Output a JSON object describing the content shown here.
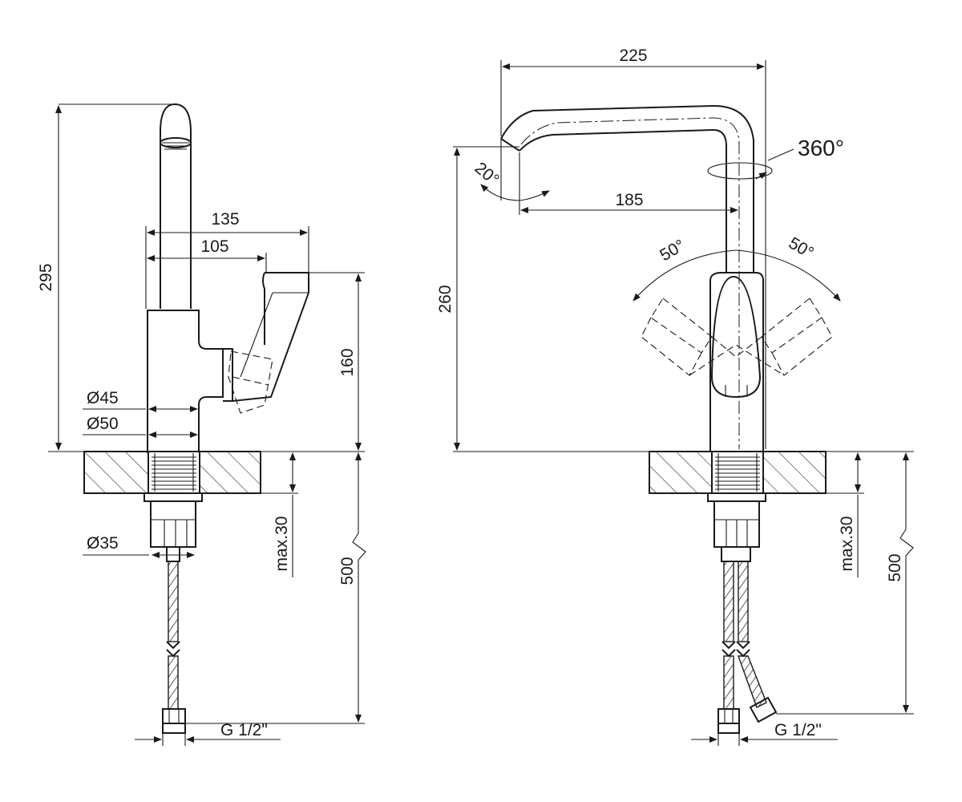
{
  "side_view": {
    "dim_height_total": "295",
    "dim_handle_reach": "135",
    "dim_handle_offset": "105",
    "dim_body_height": "160",
    "dim_diam_body_top": "Ø45",
    "dim_diam_body_base": "Ø50",
    "dim_diam_nut": "Ø35",
    "dim_max_thickness": "max.30",
    "dim_hose_length": "500",
    "connection_thread": "G 1/2\""
  },
  "front_view": {
    "dim_spout_width": "225",
    "dim_spout_reach": "185",
    "dim_spout_height": "260",
    "rotation_angle": "360°",
    "aerator_angle": "20°",
    "handle_angle_left": "50°",
    "handle_angle_right": "50°",
    "dim_max_thickness": "max.30",
    "dim_hose_length": "500",
    "connection_thread": "G 1/2\""
  }
}
